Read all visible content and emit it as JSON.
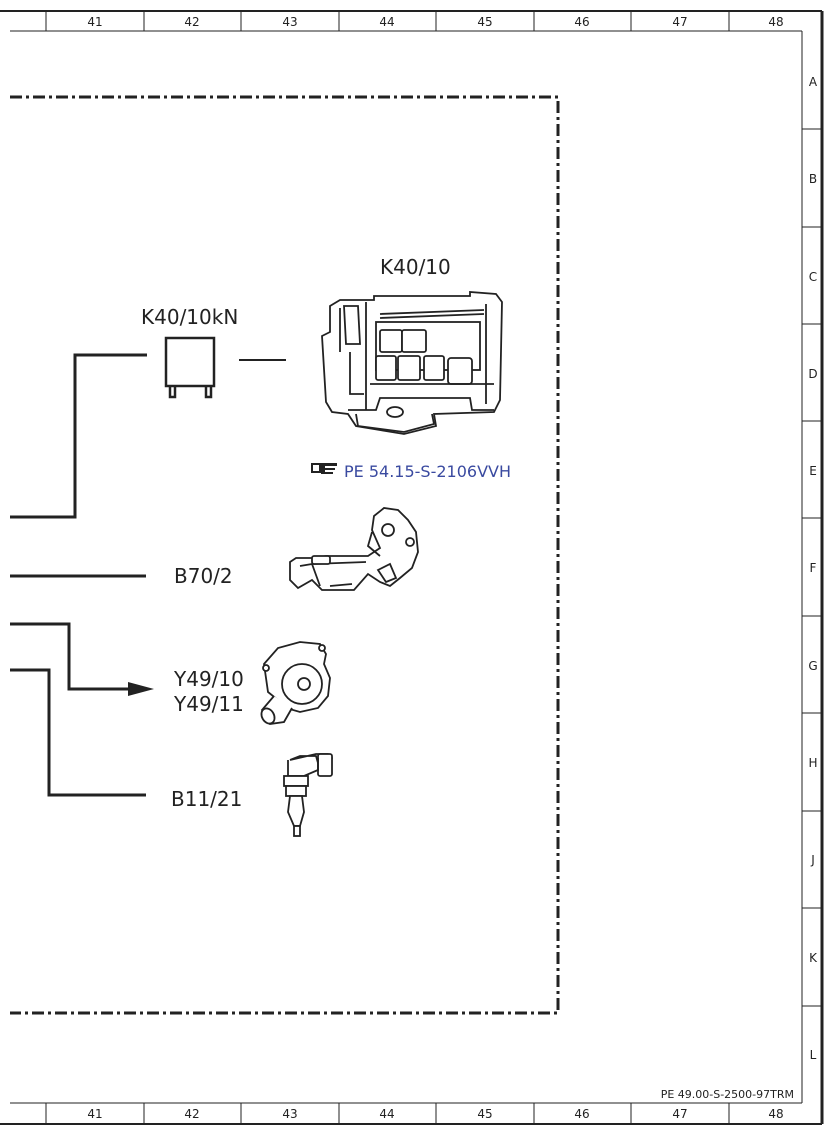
{
  "grid": {
    "columns": [
      "41",
      "42",
      "43",
      "44",
      "45",
      "46",
      "47",
      "48"
    ],
    "rows": [
      "A",
      "B",
      "C",
      "D",
      "E",
      "F",
      "G",
      "H",
      "J",
      "K",
      "L"
    ]
  },
  "components": {
    "relay_k40_10kn": "K40/10kN",
    "fuse_box_k40_10": "K40/10",
    "reference_link": "PE 54.15-S-2106VVH",
    "sensor_b70_2": "B70/2",
    "valve_y49_10": "Y49/10",
    "valve_y49_11": "Y49/11",
    "sensor_b11_21": "B11/21"
  },
  "document_id": "PE 49.00-S-2500-97TRM",
  "icons": {
    "reference_link": "pointing-hand-icon"
  },
  "colors": {
    "line": "#222222",
    "link": "#3a4aa0"
  }
}
